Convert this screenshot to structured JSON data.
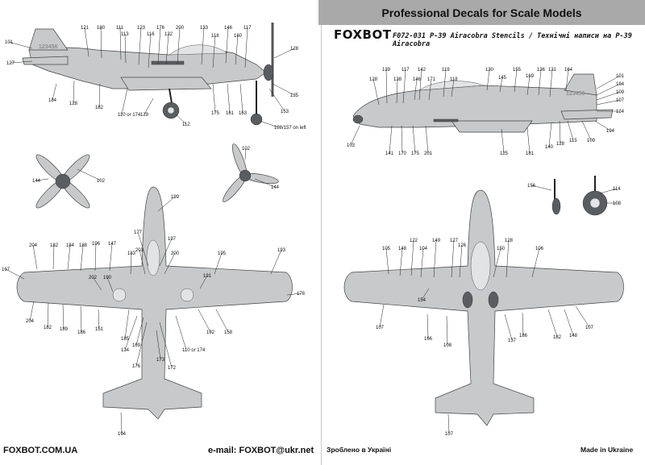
{
  "header": {
    "title": "Professional Decals for Scale Models",
    "brand": "FOXBOT",
    "set_title": "F072-031  P-39 Airacobra Stencils / Технічні написи на P-39 Airacobra"
  },
  "footer": {
    "website": "FOXBOT.COM.UA",
    "email": "e-mail: FOXBOT@ukr.net",
    "made_ua": "Зроблено в Україні",
    "made_en": "Made in Ukraine"
  },
  "side_view_left": {
    "serial": "123456",
    "callouts": [
      "101",
      "127",
      "184",
      "128",
      "182",
      "121",
      "180",
      "111",
      "113",
      "123",
      "116",
      "176",
      "132",
      "200",
      "133",
      "118",
      "146",
      "160",
      "117",
      "128",
      "135",
      "153",
      "163",
      "161",
      "175",
      "112",
      "110 or 174",
      "129",
      "198/157 on left",
      "109"
    ]
  },
  "side_view_right": {
    "serial": "123456",
    "callouts": [
      "128",
      "139",
      "138",
      "117",
      "146",
      "142",
      "171",
      "119",
      "118",
      "130",
      "145",
      "155",
      "169",
      "136",
      "131",
      "164",
      "101",
      "194",
      "109",
      "107",
      "124",
      "103",
      "141",
      "170",
      "175",
      "201",
      "125",
      "181",
      "140",
      "128",
      "115",
      "109",
      "194"
    ]
  },
  "propeller_front": {
    "callouts": [
      "144",
      "102"
    ]
  },
  "propeller_angled": {
    "callouts": [
      "102",
      "144"
    ]
  },
  "landing_gear": {
    "callouts": [
      "156",
      "114",
      "108"
    ]
  },
  "top_view": {
    "callouts": [
      "199",
      "177",
      "167",
      "204",
      "182",
      "184",
      "188",
      "196",
      "197",
      "147",
      "183",
      "203",
      "200",
      "195",
      "193",
      "178",
      "204",
      "182",
      "189",
      "186",
      "110 or 174",
      "185",
      "134",
      "169",
      "176",
      "172",
      "202",
      "190",
      "191",
      "192",
      "158",
      "151",
      "173",
      "194"
    ]
  },
  "bottom_view": {
    "callouts": [
      "105",
      "148",
      "122",
      "104",
      "149",
      "127",
      "126",
      "150",
      "128",
      "106",
      "154",
      "107",
      "166",
      "108",
      "137",
      "182",
      "186",
      "107",
      "148",
      "107"
    ]
  }
}
